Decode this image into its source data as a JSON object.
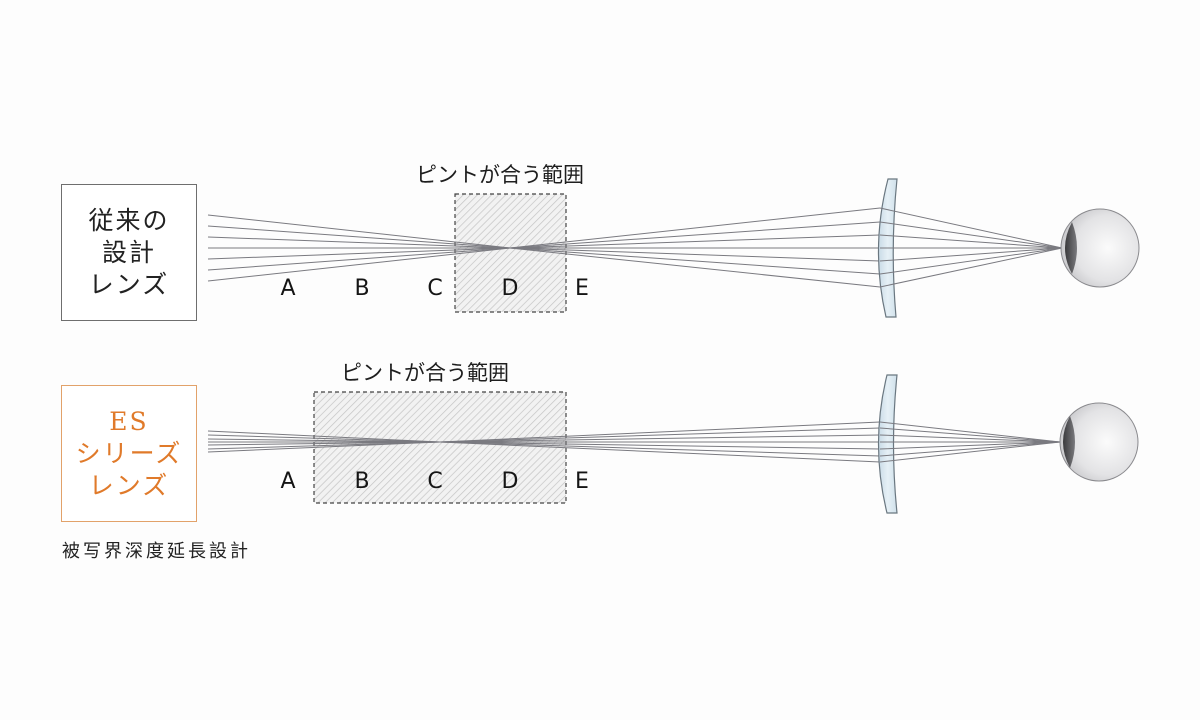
{
  "panels": [
    {
      "id": "conventional",
      "lens_label_lines": [
        "従来の",
        "設計",
        "レンズ"
      ],
      "range_label": "ピントが合う範囲",
      "points": [
        "A",
        "B",
        "C",
        "D",
        "E"
      ],
      "focus_range_covers": [
        "D"
      ],
      "border_color": "#6e6e6e",
      "text_color": "#222222"
    },
    {
      "id": "es-series",
      "lens_label_lines": [
        "ES",
        "シリーズ",
        "レンズ"
      ],
      "range_label": "ピントが合う範囲",
      "points": [
        "A",
        "B",
        "C",
        "D",
        "E"
      ],
      "focus_range_covers": [
        "B",
        "C",
        "D"
      ],
      "border_color": "#e2a26a",
      "text_color": "#e07a2a",
      "caption": "被写界深度延長設計"
    }
  ],
  "icons": {
    "lens": "eyeglass-lens-icon",
    "eye": "eyeball-icon"
  },
  "colors": {
    "background": "#fdfdfd",
    "ray": "#7a7a80",
    "hatch": "#c8c8c8",
    "lens_fill": "#dce9f2",
    "accent": "#e07a2a"
  }
}
